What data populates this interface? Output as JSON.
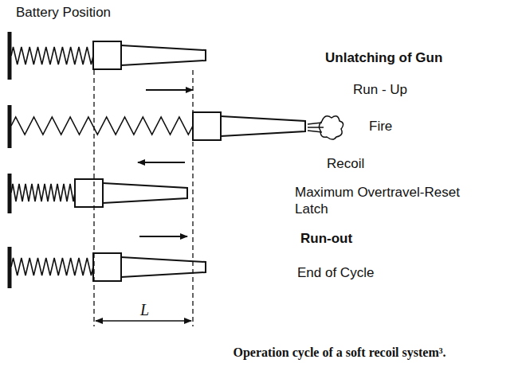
{
  "diagram": {
    "caption": "Operation cycle of a soft recoil system³.",
    "labels": [
      "Battery Position",
      "Unlatching of Gun",
      "Run - Up",
      "Fire",
      "Recoil",
      "Maximum Overtravel-Reset Latch",
      "Run-out",
      "End of Cycle",
      "L"
    ]
  }
}
